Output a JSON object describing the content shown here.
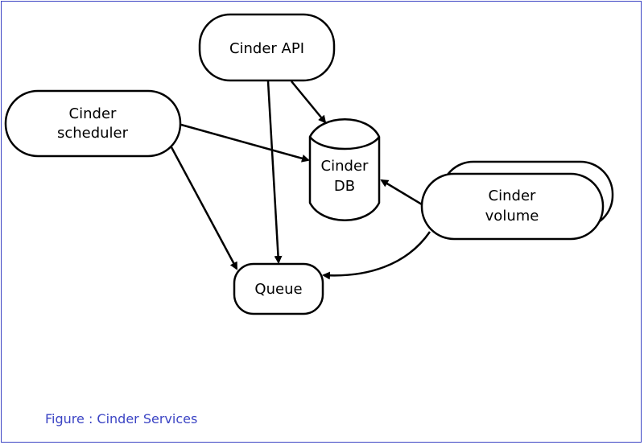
{
  "colors": {
    "frame": "#3b44c4",
    "caption": "#3b44c4",
    "stroke": "#000000",
    "fill": "#ffffff"
  },
  "nodes": {
    "api": {
      "label": "Cinder API"
    },
    "scheduler": {
      "label_line1": "Cinder",
      "label_line2": "scheduler"
    },
    "db": {
      "label_line1": "Cinder",
      "label_line2": "DB"
    },
    "volume": {
      "label_line1": "Cinder",
      "label_line2": "volume"
    },
    "queue": {
      "label": "Queue"
    }
  },
  "edges": [
    {
      "from": "api",
      "to": "db"
    },
    {
      "from": "api",
      "to": "queue"
    },
    {
      "from": "scheduler",
      "to": "db"
    },
    {
      "from": "scheduler",
      "to": "queue"
    },
    {
      "from": "volume",
      "to": "db"
    },
    {
      "from": "volume",
      "to": "queue"
    }
  ],
  "caption": "Figure : Cinder Services"
}
